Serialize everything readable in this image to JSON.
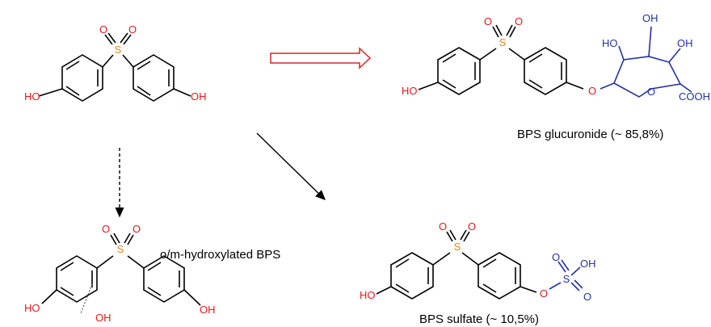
{
  "atoms": {
    "hydroxyl": "HO",
    "hydroxyl_right": "OH",
    "sulfur": "S",
    "oxygen": "O",
    "carboxyl": "COOH"
  },
  "products": {
    "glucuronide": {
      "caption": "BPS glucuronide (~ 85,8%)"
    },
    "hydroxylated": {
      "caption": "o/m-hydroxylated BPS"
    },
    "sulfate": {
      "caption": "BPS sulfate (~ 10,5%)"
    }
  },
  "colors": {
    "bond": "#000000",
    "hydroxyl": "#e8171a",
    "sulfur": "#d98a1a",
    "conjugate": "#2431a6",
    "major_arrow": "#d3262a"
  }
}
